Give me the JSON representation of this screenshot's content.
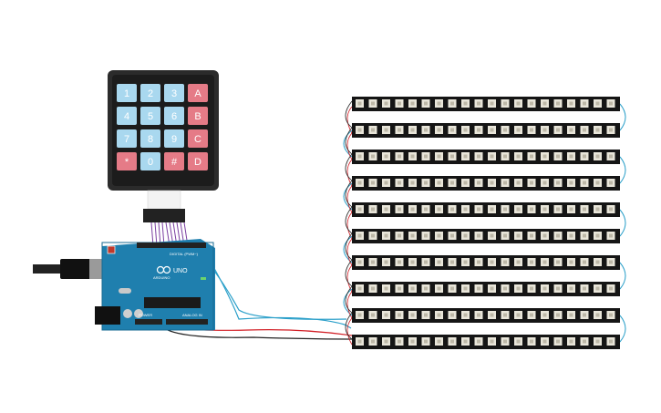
{
  "scene": {
    "keypad": {
      "rows": [
        [
          {
            "label": "1",
            "type": "digit"
          },
          {
            "label": "2",
            "type": "digit"
          },
          {
            "label": "3",
            "type": "digit"
          },
          {
            "label": "A",
            "type": "letter"
          }
        ],
        [
          {
            "label": "4",
            "type": "digit"
          },
          {
            "label": "5",
            "type": "digit"
          },
          {
            "label": "6",
            "type": "digit"
          },
          {
            "label": "B",
            "type": "letter"
          }
        ],
        [
          {
            "label": "7",
            "type": "digit"
          },
          {
            "label": "8",
            "type": "digit"
          },
          {
            "label": "9",
            "type": "digit"
          },
          {
            "label": "C",
            "type": "letter"
          }
        ],
        [
          {
            "label": "*",
            "type": "letter"
          },
          {
            "label": "0",
            "type": "digit"
          },
          {
            "label": "#",
            "type": "letter"
          },
          {
            "label": "D",
            "type": "letter"
          }
        ]
      ]
    },
    "arduino": {
      "logo_text": "UNO",
      "brand_text": "ARDUINO",
      "digital_text": "DIGITAL (PWM~)",
      "analog_text": "ANALOG IN",
      "power_text": "POWER"
    },
    "led_strips": {
      "count": 10,
      "leds_per_strip": 20
    },
    "colors": {
      "keypad_body": "#2b2b2b",
      "key_digit": "#a9d8ef",
      "key_letter": "#e57b87",
      "board": "#1f7fae",
      "strip": "#151515",
      "led": "#e9e6da",
      "wire_data": "#2a9fc9",
      "wire_power": "#d21f26",
      "wire_ground": "#222222",
      "wire_keypad": "#7b3fa0"
    }
  }
}
